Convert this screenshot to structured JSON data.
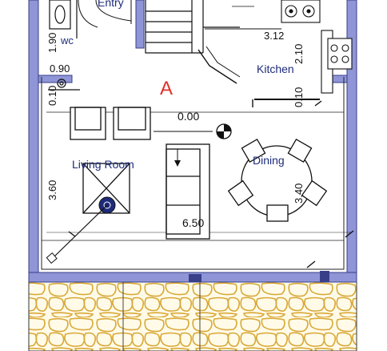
{
  "plan": {
    "section_letter": "A",
    "rooms": {
      "entry": "Entry",
      "wc": "wc",
      "kitchen": "Kitchen",
      "living_room": "Living Room",
      "dining": "Dining"
    },
    "dimensions": {
      "wc_height": "1.90",
      "wc_width": "0.90",
      "small_left": "0.10",
      "kitchen_width": "3.12",
      "kitchen_height": "2.10",
      "kitchen_right_small": "0.10",
      "floor_level": "0.00",
      "living_height": "3.60",
      "dining_height": "3.40",
      "living_width": "6.50"
    }
  },
  "colors": {
    "wall": "#8f95d6",
    "wall_stroke": "#3a3f8a",
    "line": "#222222",
    "section_letter": "#e0312a",
    "stone_fill": "#fffbe8",
    "stone_stroke": "#d9a838"
  }
}
